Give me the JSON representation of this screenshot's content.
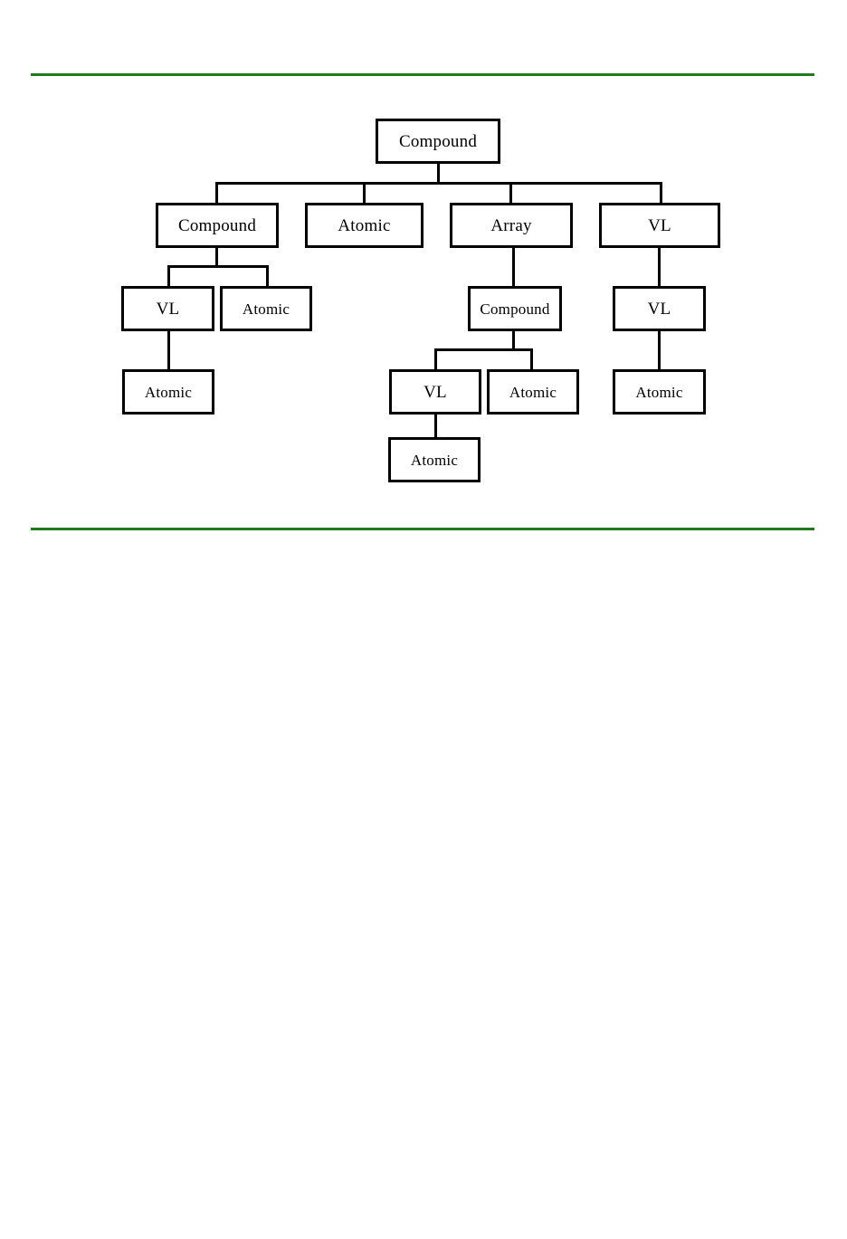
{
  "figure": {
    "kind": "tree-diagram",
    "top_rule_color": "#1f7a1f",
    "bottom_rule_color": "#1f7a1f",
    "node_border_color": "#000000",
    "background_color": "#ffffff"
  },
  "tree": {
    "root_label": "Compound",
    "nodes": {
      "root": "Compound",
      "l1_c1": "Compound",
      "l1_c2": "Atomic",
      "l1_c3": "Array",
      "l1_c4": "VL",
      "l2_a1": "VL",
      "l2_a2": "Atomic",
      "l3_a1": "Atomic",
      "l2_b1": "Compound",
      "l3_b1": "VL",
      "l3_b2": "Atomic",
      "l4_b1": "Atomic",
      "l2_d1": "VL",
      "l3_d1": "Atomic"
    }
  }
}
